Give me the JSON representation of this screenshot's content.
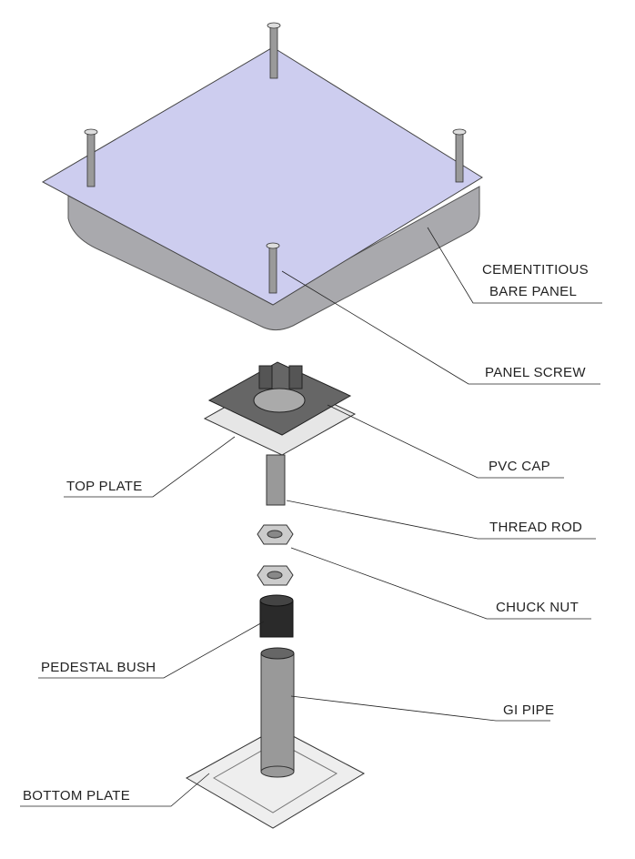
{
  "labels": {
    "panel_line1": "CEMENTITIOUS",
    "panel_line2": "BARE PANEL",
    "panel_screw": "PANEL SCREW",
    "pvc_cap": "PVC CAP",
    "top_plate": "TOP PLATE",
    "thread_rod": "THREAD ROD",
    "chuck_nut": "CHUCK NUT",
    "pedestal_bush": "PEDESTAL BUSH",
    "gi_pipe": "GI PIPE",
    "bottom_plate": "BOTTOM PLATE"
  },
  "colors": {
    "panel_top": "#cdcdef",
    "panel_side": "#a9a9ad",
    "metal": "#b8b8b8",
    "bush": "#2a2a2a"
  }
}
